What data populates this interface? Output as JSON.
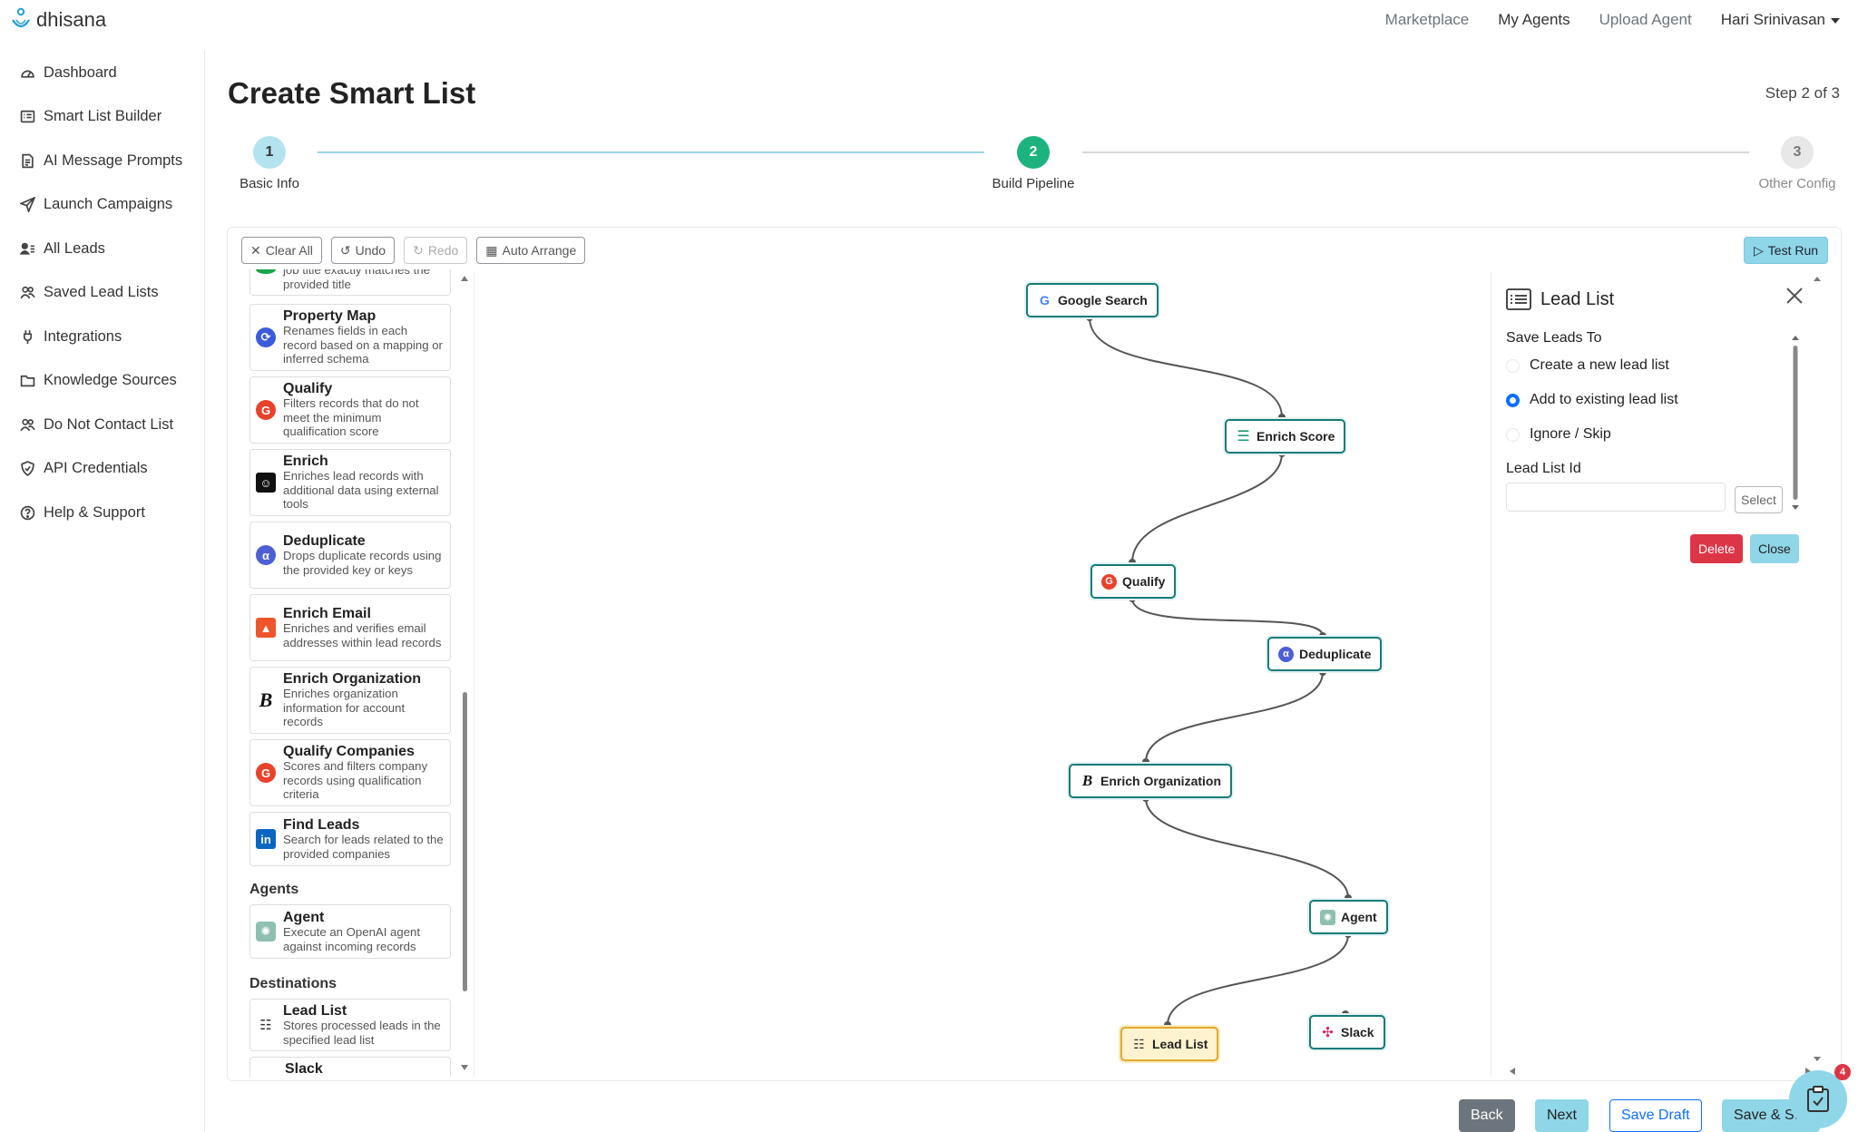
{
  "brand": {
    "name": "dhisana"
  },
  "topnav": {
    "marketplace": "Marketplace",
    "my_agents": "My Agents",
    "upload_agent": "Upload Agent",
    "user": "Hari Srinivasan"
  },
  "sidebar": {
    "items": [
      {
        "label": "Dashboard",
        "icon": "dashboard-icon"
      },
      {
        "label": "Smart List Builder",
        "icon": "list-icon"
      },
      {
        "label": "AI Message Prompts",
        "icon": "document-icon"
      },
      {
        "label": "Launch Campaigns",
        "icon": "send-icon"
      },
      {
        "label": "All Leads",
        "icon": "user-list-icon"
      },
      {
        "label": "Saved Lead Lists",
        "icon": "users-icon"
      },
      {
        "label": "Integrations",
        "icon": "plug-icon"
      },
      {
        "label": "Knowledge Sources",
        "icon": "folder-icon"
      },
      {
        "label": "Do Not Contact List",
        "icon": "users-icon"
      },
      {
        "label": "API Credentials",
        "icon": "shield-icon"
      },
      {
        "label": "Help & Support",
        "icon": "help-icon"
      }
    ]
  },
  "page": {
    "title": "Create Smart List",
    "step_count": "Step 2 of 3"
  },
  "stepper": {
    "steps": [
      {
        "number": "1",
        "label": "Basic Info"
      },
      {
        "number": "2",
        "label": "Build Pipeline"
      },
      {
        "number": "3",
        "label": "Other Config"
      }
    ]
  },
  "toolbar": {
    "clear_all": "Clear All",
    "undo": "Undo",
    "redo": "Redo",
    "auto_arrange": "Auto Arrange",
    "test_run": "Test Run"
  },
  "palette": {
    "partial_top_text": "job title exactly matches the provided title",
    "items": [
      {
        "title": "Property Map",
        "desc": "Renames fields in each record based on a mapping or inferred schema",
        "icon": "property-map-icon",
        "color": "#3b5bdb"
      },
      {
        "title": "Qualify",
        "desc": "Filters records that do not meet the minimum qualification score",
        "icon": "qualify-icon",
        "color": "#e8412c"
      },
      {
        "title": "Enrich",
        "desc": "Enriches lead records with additional data using external tools",
        "icon": "enrich-icon",
        "color": "#111111"
      },
      {
        "title": "Deduplicate",
        "desc": "Drops duplicate records using the provided key or keys",
        "icon": "deduplicate-icon",
        "color": "#4c5fd5"
      },
      {
        "title": "Enrich Email",
        "desc": "Enriches and verifies email addresses within lead records",
        "icon": "fox-icon",
        "color": "#f0542d"
      },
      {
        "title": "Enrich Organization",
        "desc": "Enriches organization information for account records",
        "icon": "b-logo-icon",
        "color": "#111111"
      },
      {
        "title": "Qualify Companies",
        "desc": "Scores and filters company records using qualification criteria",
        "icon": "qualify-icon",
        "color": "#e8412c"
      },
      {
        "title": "Find Leads",
        "desc": "Search for leads related to the provided companies",
        "icon": "linkedin-icon",
        "color": "#0a66c2"
      }
    ],
    "agents_section": "Agents",
    "agent_item": {
      "title": "Agent",
      "desc": "Execute an OpenAI agent against incoming records",
      "icon": "openai-icon",
      "color": "#10a37f"
    },
    "destinations_section": "Destinations",
    "destination_items": [
      {
        "title": "Lead List",
        "desc": "Stores processed leads in the specified lead list",
        "icon": "list-icon"
      },
      {
        "title": "Slack",
        "desc": "",
        "icon": "slack-icon"
      }
    ]
  },
  "pipeline": {
    "nodes": [
      {
        "label": "Google Search",
        "icon": "google-icon",
        "color": "#4285f4"
      },
      {
        "label": "Enrich Score",
        "icon": "stack-icon",
        "color": "#1a9c6c"
      },
      {
        "label": "Qualify",
        "icon": "qualify-icon",
        "color": "#e8412c"
      },
      {
        "label": "Deduplicate",
        "icon": "deduplicate-icon",
        "color": "#4c5fd5"
      },
      {
        "label": "Enrich Organization",
        "icon": "b-logo-icon",
        "color": "#111111"
      },
      {
        "label": "Agent",
        "icon": "openai-icon",
        "color": "#10a37f"
      },
      {
        "label": "Lead List",
        "icon": "list-icon",
        "color": "#333333"
      },
      {
        "label": "Slack",
        "icon": "slack-icon",
        "color": "#e01e5a"
      }
    ]
  },
  "props": {
    "title": "Lead List",
    "save_leads_to": "Save Leads To",
    "options": [
      "Create a new lead list",
      "Add to existing lead list",
      "Ignore / Skip"
    ],
    "selected_option": "Add to existing lead list",
    "lead_list_id_label": "Lead List Id",
    "lead_list_id_value": "",
    "select": "Select",
    "delete": "Delete",
    "close": "Close"
  },
  "footer": {
    "back": "Back",
    "next": "Next",
    "save_draft": "Save Draft",
    "save_and_submit": "Save & Su"
  },
  "fab": {
    "badge": "4"
  },
  "colors": {
    "accent": "#8fd6e8",
    "node_border": "#177a7a",
    "step_active": "#1db37f",
    "danger": "#dc3545",
    "primary": "#0d6efd"
  }
}
